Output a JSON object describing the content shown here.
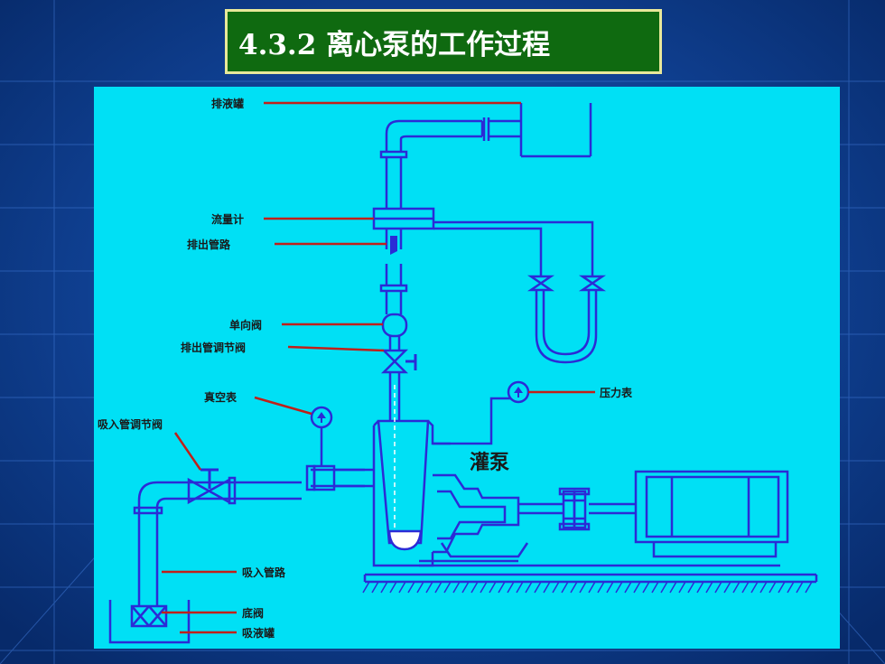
{
  "slide": {
    "title": "4.3.2 离心泵的工作过程"
  },
  "diagram": {
    "labels": {
      "discharge_tank": "排液罐",
      "flowmeter": "流量计",
      "discharge_pipe": "排出管路",
      "check_valve": "单向阀",
      "discharge_valve": "排出管调节阀",
      "vacuum_gauge": "真空表",
      "suction_valve": "吸入管调节阀",
      "pressure_gauge": "压力表",
      "priming": "灌泵",
      "suction_pipe": "吸入管路",
      "foot_valve": "底阀",
      "suction_tank": "吸液罐"
    },
    "colors": {
      "pipe": "#2b2bd6",
      "leader": "#c0201a",
      "panel": "#00e0f5",
      "liquid": "#ffffff"
    }
  }
}
